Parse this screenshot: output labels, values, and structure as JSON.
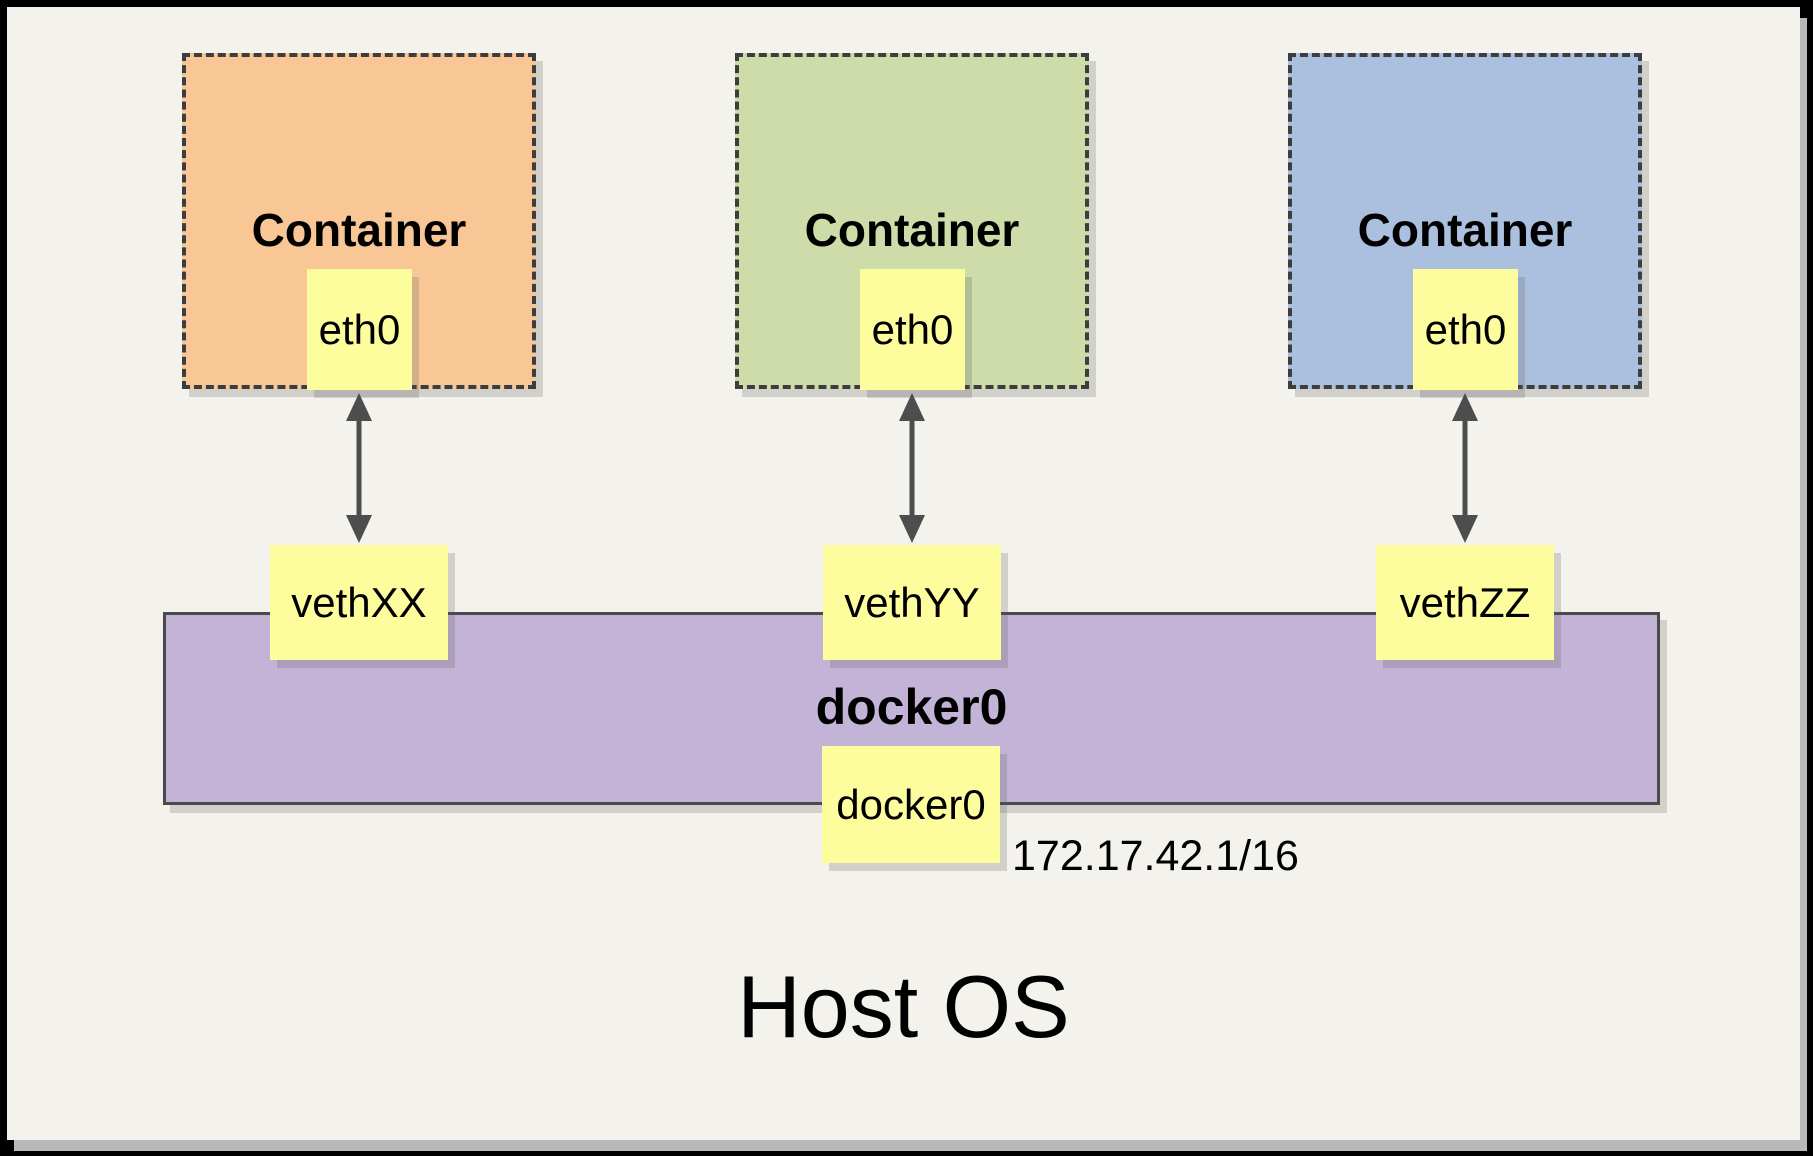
{
  "diagram": {
    "containers": [
      {
        "label": "Container",
        "interface": "eth0",
        "fill": "#F8C795"
      },
      {
        "label": "Container",
        "interface": "eth0",
        "fill": "#CDDCA8"
      },
      {
        "label": "Container",
        "interface": "eth0",
        "fill": "#ABC0DE"
      }
    ],
    "veths": [
      "vethXX",
      "vethYY",
      "vethZZ"
    ],
    "bridge": {
      "label": "docker0",
      "interface_label": "docker0",
      "ip": "172.17.42.1/16",
      "fill": "#C3B4D7"
    },
    "host_label": "Host OS",
    "colors": {
      "note_yellow": "#FDFD9E",
      "arrow": "#4D4D4D",
      "slide_background": "#F4F2EC",
      "dashed_border": "#3D3D3D"
    }
  }
}
